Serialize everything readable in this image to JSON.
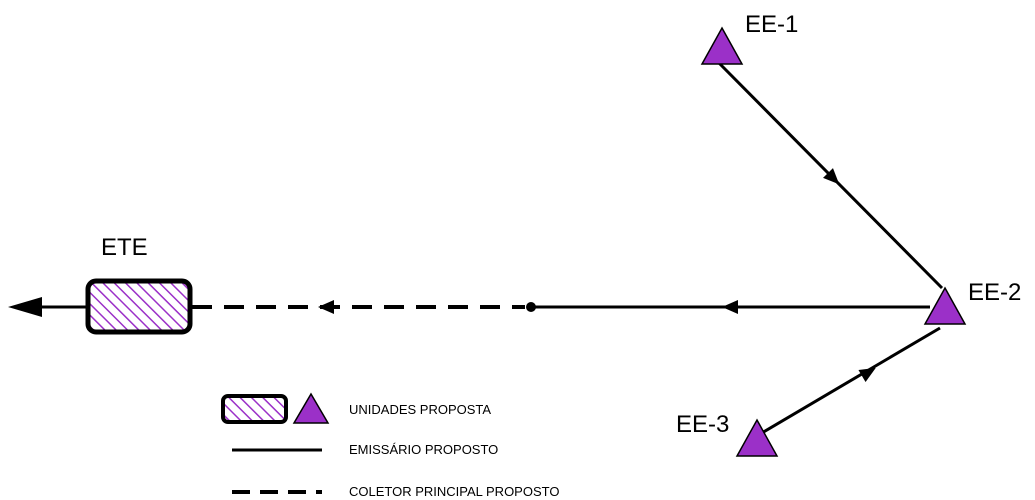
{
  "nodes": {
    "ete": "ETE",
    "ee1": "EE-1",
    "ee2": "EE-2",
    "ee3": "EE-3"
  },
  "legend": {
    "units": "UNIDADES PROPOSTA",
    "emissary": "EMISSÁRIO PROPOSTO",
    "collector": "COLETOR PRINCIPAL PROPOSTO"
  },
  "colors": {
    "unit_fill": "#9b30c8",
    "unit_stroke": "#000000",
    "hatch": "#9b30c8",
    "line": "#000000"
  }
}
